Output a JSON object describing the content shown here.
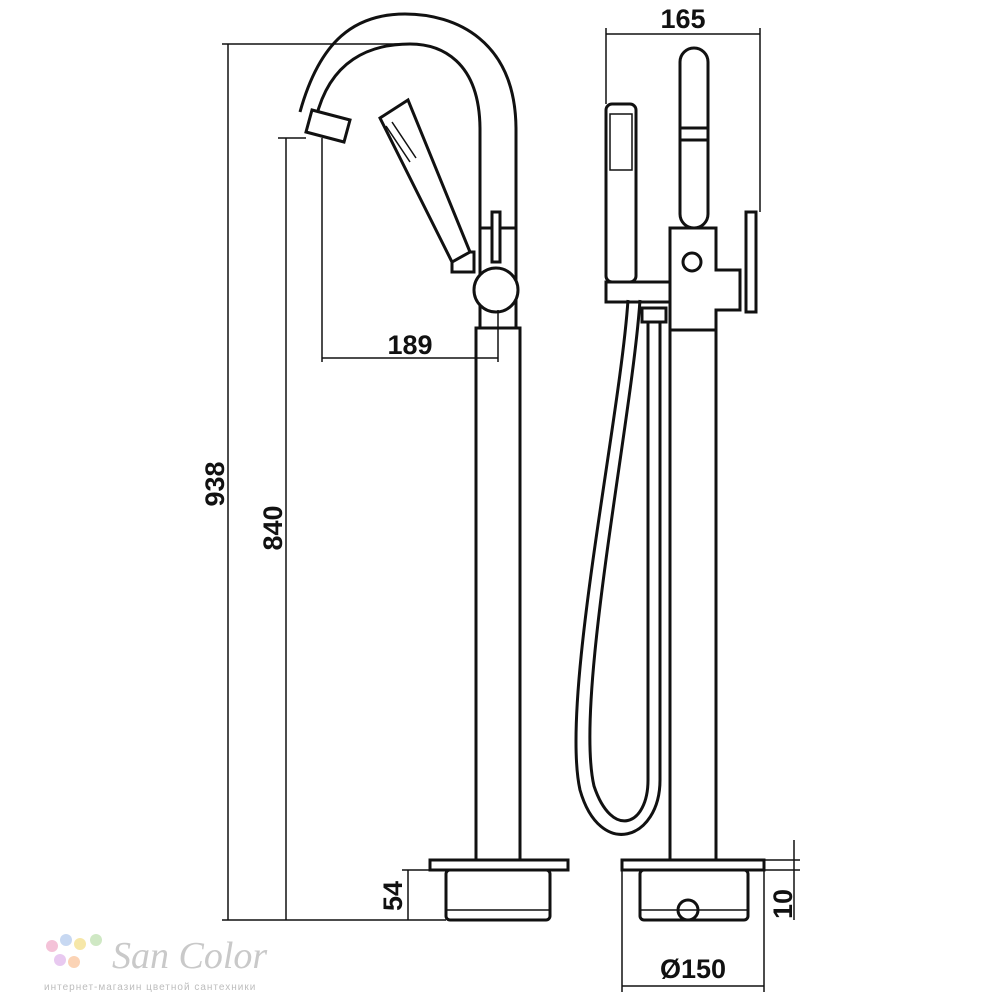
{
  "dimensions": {
    "overall_height": "938",
    "spout_height": "840",
    "spout_reach": "189",
    "side_width": "165",
    "base_diameter": "Ø150",
    "base_height": "54",
    "plate_thickness": "10"
  },
  "brand": {
    "name": "San Color",
    "tagline": "интернет-магазин цветной сантехники",
    "dot_colors": [
      "#f4c2d8",
      "#c7d8f2",
      "#f6e7a8",
      "#cfe8c4",
      "#e8c9f0",
      "#fbd3b5"
    ]
  }
}
